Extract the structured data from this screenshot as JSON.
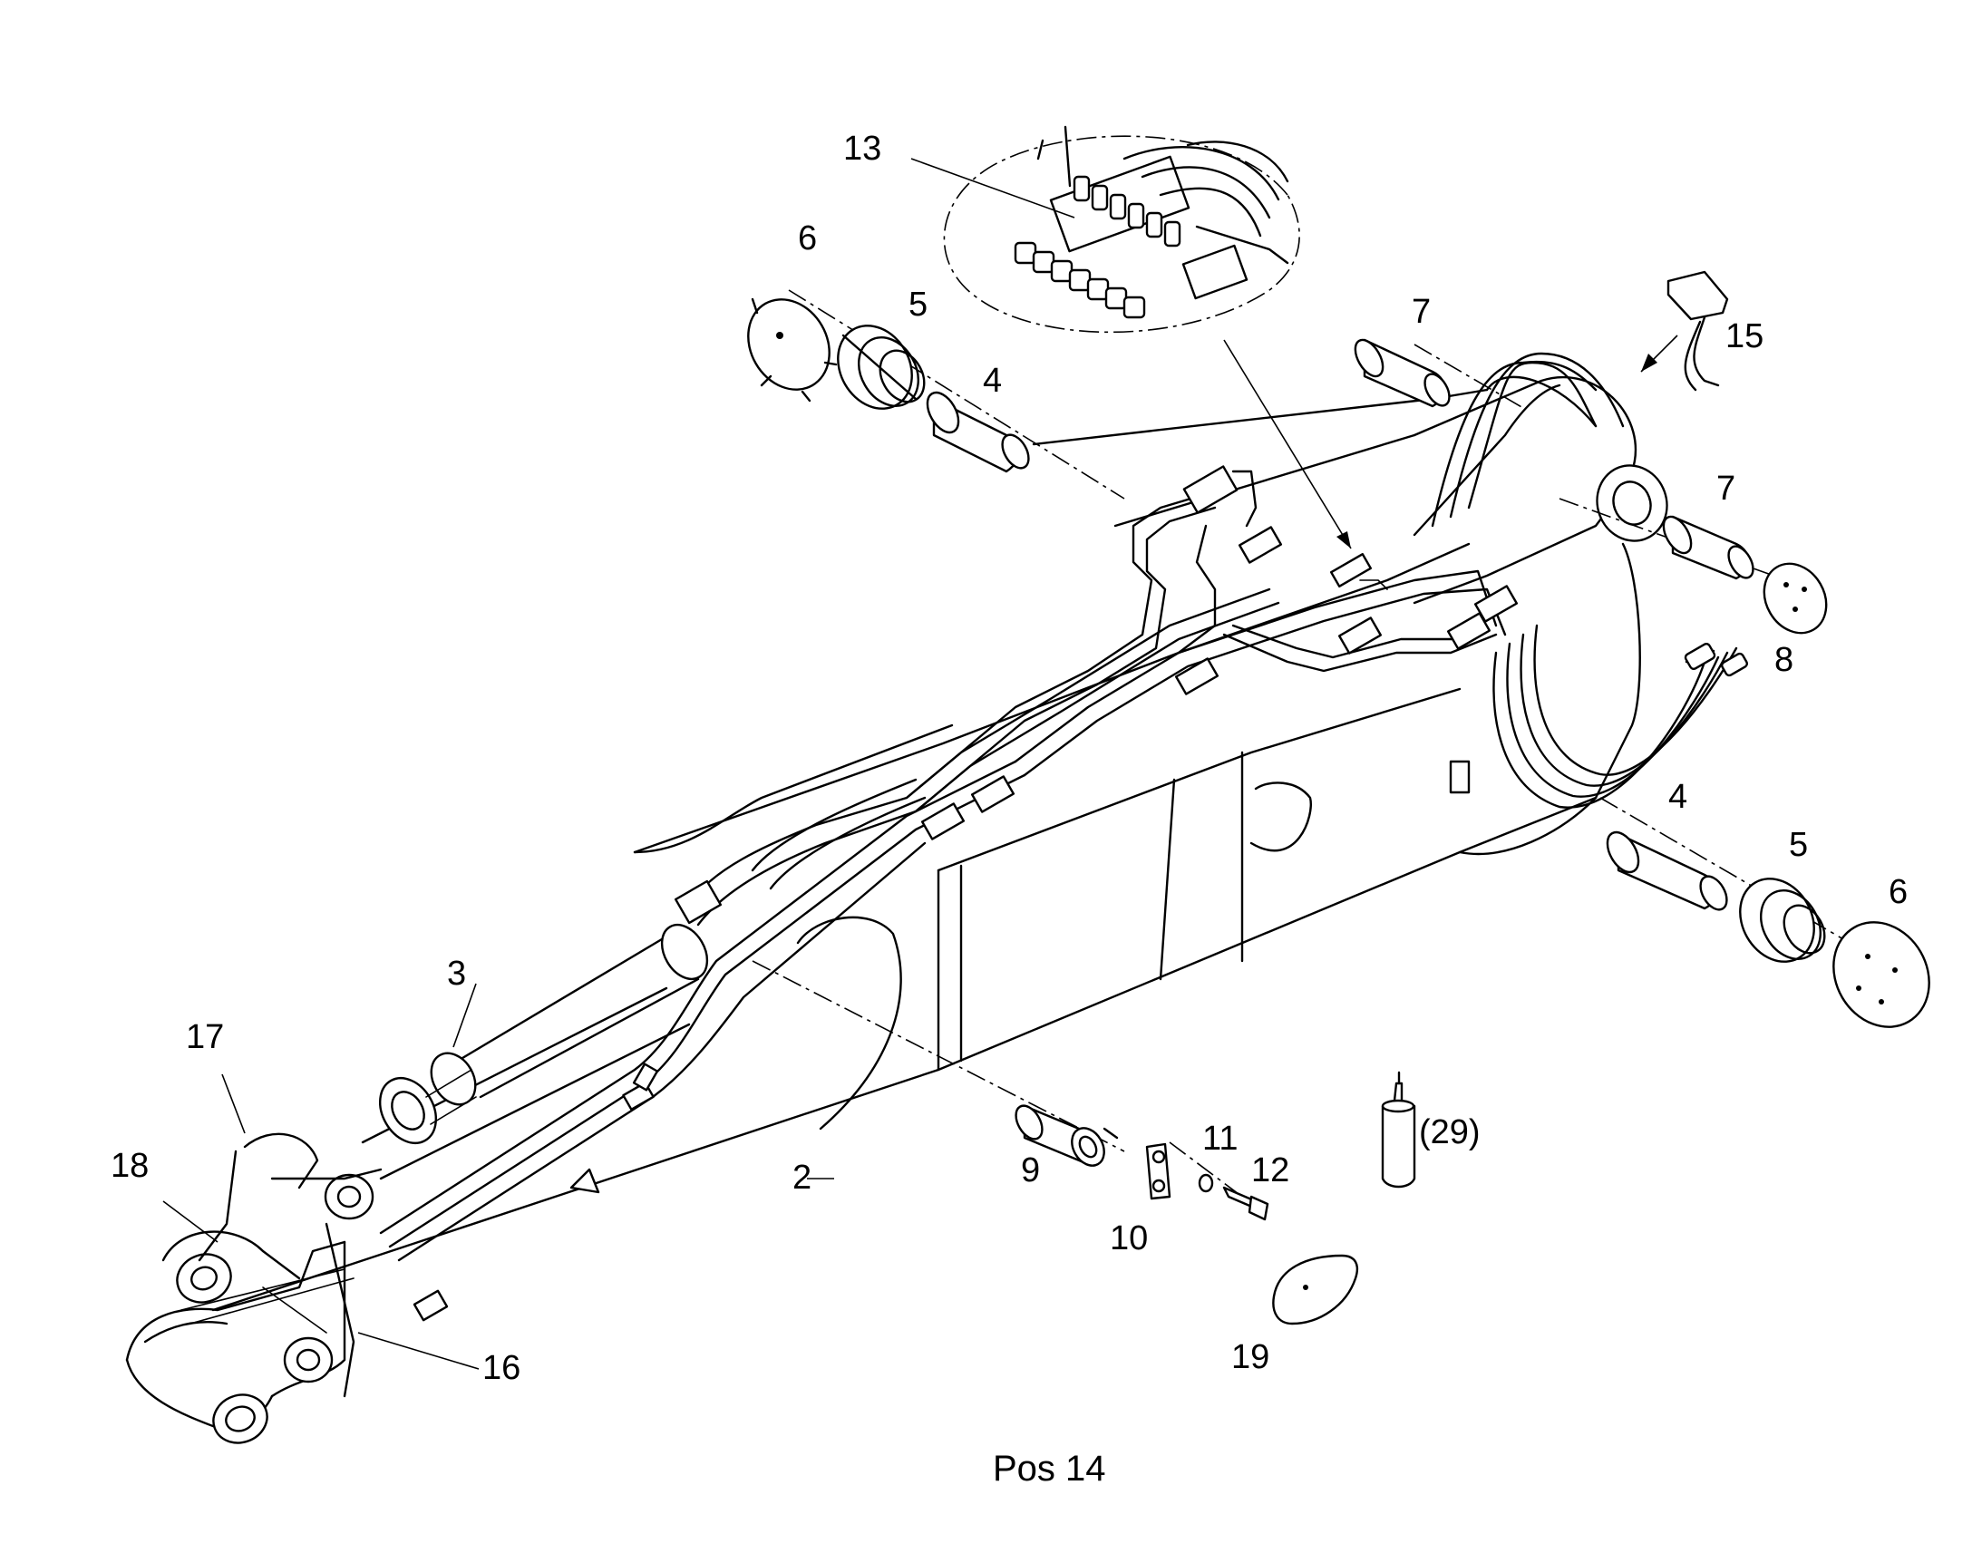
{
  "callouts": [
    {
      "id": "13",
      "text": "13"
    },
    {
      "id": "6a",
      "text": "6"
    },
    {
      "id": "5a",
      "text": "5"
    },
    {
      "id": "4a",
      "text": "4"
    },
    {
      "id": "7a",
      "text": "7"
    },
    {
      "id": "15",
      "text": "15"
    },
    {
      "id": "7b",
      "text": "7"
    },
    {
      "id": "8",
      "text": "8"
    },
    {
      "id": "4b",
      "text": "4"
    },
    {
      "id": "5b",
      "text": "5"
    },
    {
      "id": "6b",
      "text": "6"
    },
    {
      "id": "3",
      "text": "3"
    },
    {
      "id": "17",
      "text": "17"
    },
    {
      "id": "18",
      "text": "18"
    },
    {
      "id": "2",
      "text": "2"
    },
    {
      "id": "9",
      "text": "9"
    },
    {
      "id": "11",
      "text": "11"
    },
    {
      "id": "12",
      "text": "12"
    },
    {
      "id": "10",
      "text": "10"
    },
    {
      "id": "29",
      "text": "(29)"
    },
    {
      "id": "16",
      "text": "16"
    },
    {
      "id": "19",
      "text": "19"
    }
  ],
  "caption": "Pos  14"
}
